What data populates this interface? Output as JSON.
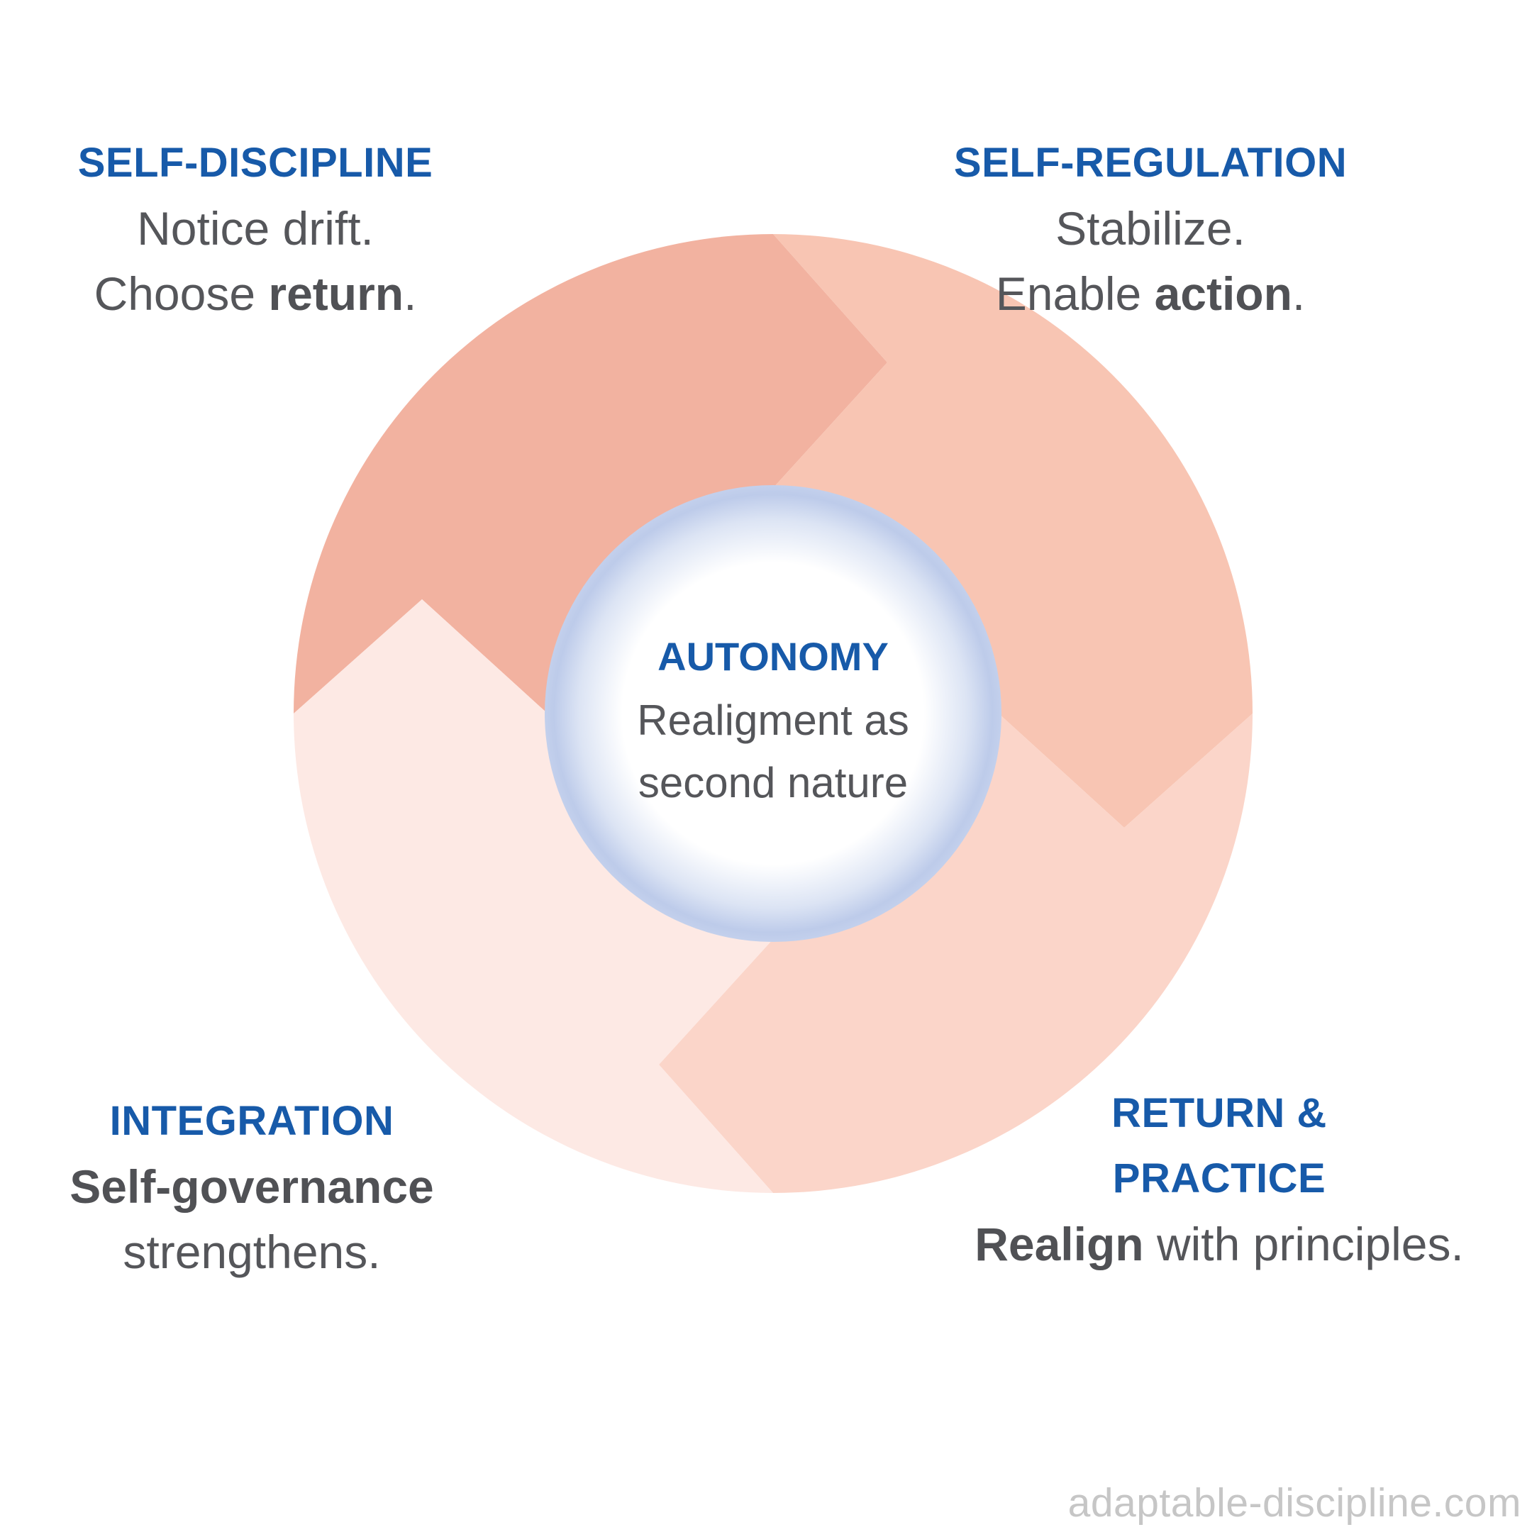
{
  "diagram": {
    "type": "cycle",
    "direction": "clockwise",
    "center": {
      "title": "AUTONOMY",
      "line1": "Realigment as",
      "line2": "second nature"
    },
    "center_circle": {
      "core_color": "#FFFFFF",
      "rim_soft": "#DCE4F4",
      "rim_color": "#BDCBEA",
      "rim_edge": "#C3D0EC"
    },
    "segments": [
      {
        "id": "self-discipline",
        "position": "top-left",
        "color": "#F2B2A0"
      },
      {
        "id": "self-regulation",
        "position": "top-right",
        "color": "#F8C5B3"
      },
      {
        "id": "return-practice",
        "position": "bottom-right",
        "color": "#FBD5C9"
      },
      {
        "id": "integration",
        "position": "bottom-left",
        "color": "#FDE9E4"
      }
    ]
  },
  "blocks": {
    "top_left": {
      "title": "SELF-DISCIPLINE",
      "line1": "Notice drift.",
      "line2_prefix": "Choose ",
      "line2_bold": "return",
      "line2_suffix": "."
    },
    "top_right": {
      "title": "SELF-REGULATION",
      "line1": "Stabilize.",
      "line2_prefix": "Enable ",
      "line2_bold": "action",
      "line2_suffix": "."
    },
    "bottom_left": {
      "title": "INTEGRATION",
      "line1_bold": "Self-governance",
      "line2": "strengthens."
    },
    "bottom_right": {
      "title_line1": "RETURN &",
      "title_line2": "PRACTICE",
      "line1_bold": "Realign",
      "line1_suffix": " with principles."
    }
  },
  "footer": {
    "watermark": "adaptable-discipline.com"
  },
  "colors": {
    "heading_blue": "#175AA9",
    "body_gray": "#55565A",
    "watermark_gray": "#C6C6C6"
  }
}
